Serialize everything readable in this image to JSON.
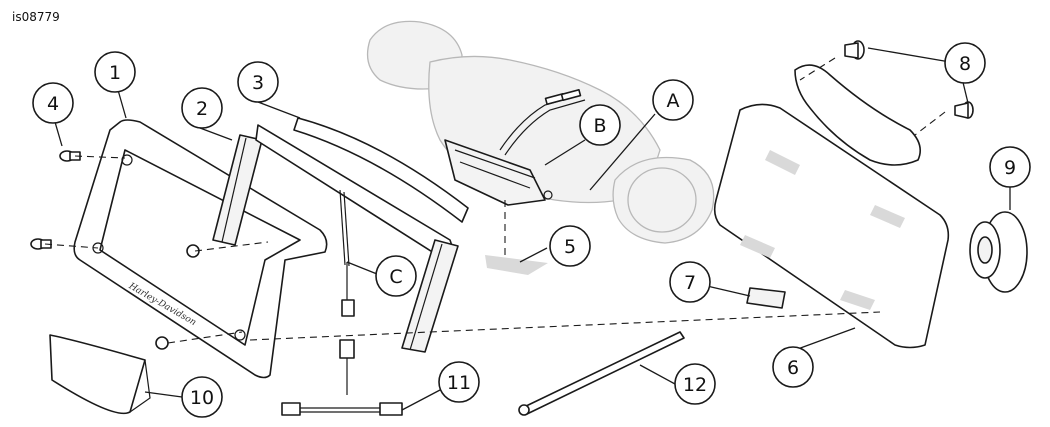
{
  "document": {
    "id": "is08779"
  },
  "callouts": {
    "c1": "1",
    "c2": "2",
    "c3": "3",
    "c4": "4",
    "c5": "5",
    "c6": "6",
    "c7": "7",
    "c8": "8",
    "c9": "9",
    "c10": "10",
    "c11": "11",
    "c12": "12",
    "cA": "A",
    "cB": "B",
    "cC": "C"
  },
  "parts": {
    "frame_logo": "Harley-Davidson"
  }
}
